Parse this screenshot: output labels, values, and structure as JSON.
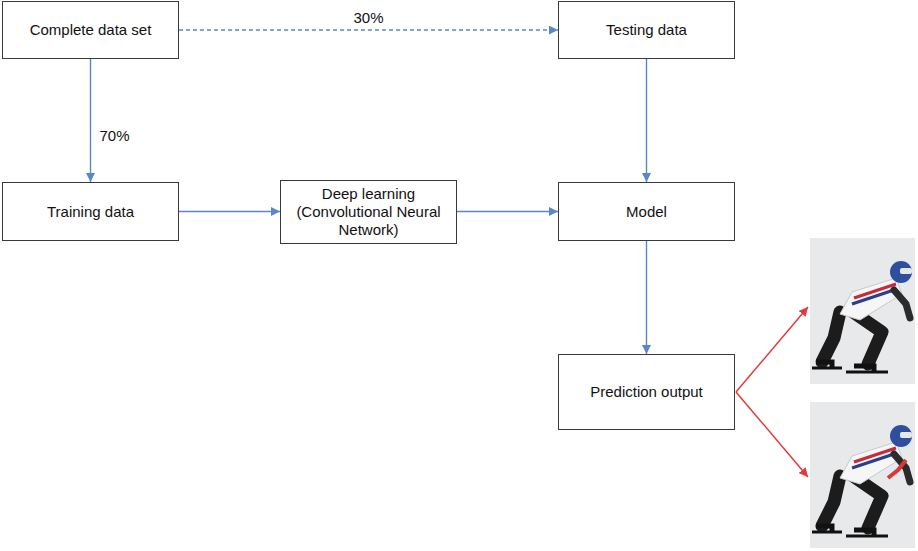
{
  "diagram": {
    "nodes": [
      {
        "text": [
          "Complete data set"
        ]
      },
      {
        "text": [
          "Testing data"
        ]
      },
      {
        "text": [
          "Training data"
        ]
      },
      {
        "text": [
          "Deep learning (Convolutional Neural Network)"
        ]
      },
      {
        "text": [
          "Model"
        ]
      },
      {
        "text": [
          "Prediction output"
        ]
      }
    ],
    "edges": [
      {
        "from": 0,
        "to": 1,
        "arrow": "to",
        "label": "30%"
      },
      {
        "from": 0,
        "to": 2,
        "arrow": "to",
        "label": "70%"
      },
      {
        "from": 2,
        "to": 3,
        "arrow": "to"
      },
      {
        "from": 3,
        "to": 4,
        "arrow": "to"
      },
      {
        "from": 1,
        "to": 4,
        "arrow": "to"
      },
      {
        "from": 4,
        "to": 5,
        "arrow": "to"
      }
    ]
  }
}
